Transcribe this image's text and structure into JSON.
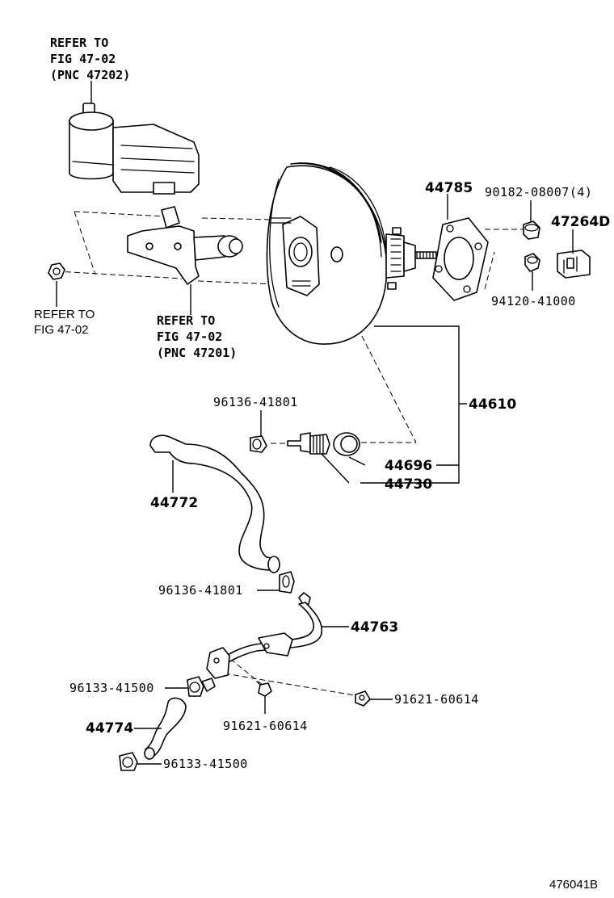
{
  "refs": {
    "reservoir": [
      "REFER TO",
      "FIG 47-02",
      "(PNC 47202)"
    ],
    "left_nut": [
      "REFER TO",
      "FIG 47-02"
    ],
    "master_cylinder": [
      "REFER TO",
      "FIG 47-02",
      "(PNC 47201)"
    ]
  },
  "parts": {
    "p44785": "44785",
    "p90182": "90182-08007(4)",
    "p47264D": "47264D",
    "p94120": "94120-41000",
    "p44610": "44610",
    "p96136_top": "96136-41801",
    "p44696": "44696",
    "p44730": "44730",
    "p44772": "44772",
    "p96136_mid": "96136-41801",
    "p44763": "44763",
    "p96133_top": "96133-41500",
    "p44774": "44774",
    "p91621_a": "91621-60614",
    "p91621_b": "91621-60614",
    "p96133_bot": "96133-41500"
  },
  "figure_code": "476041B"
}
